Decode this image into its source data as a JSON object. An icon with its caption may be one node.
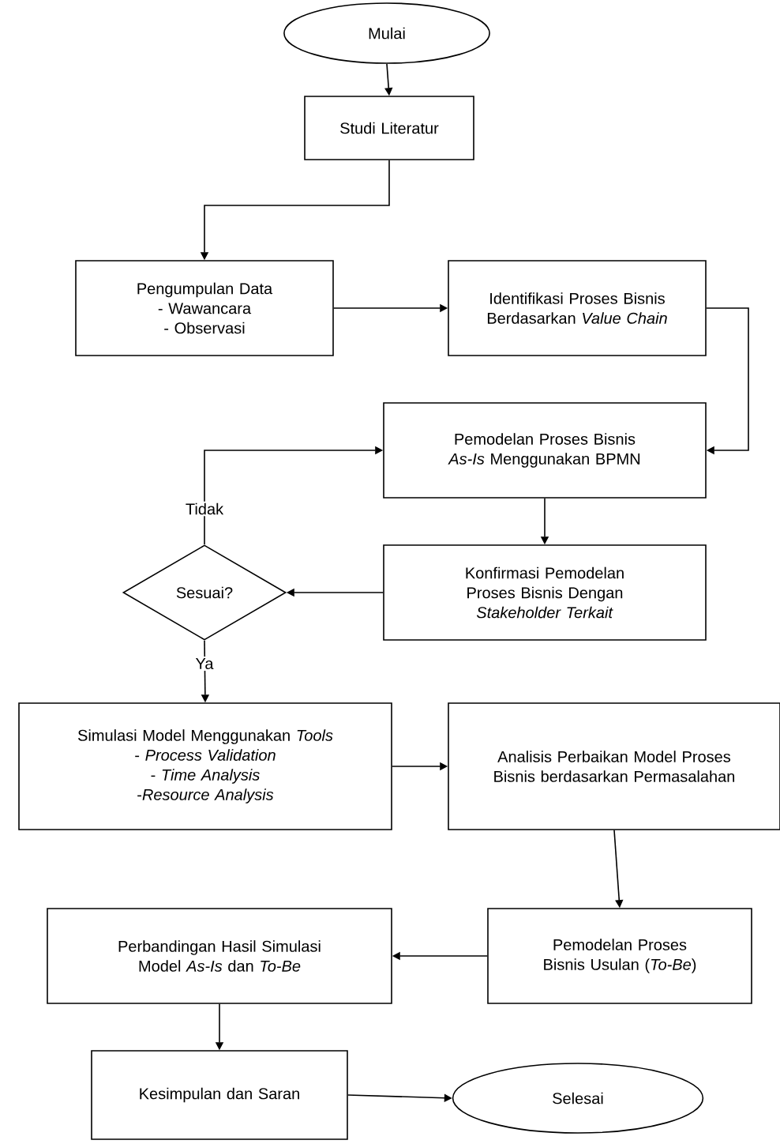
{
  "diagram": {
    "nodes": [
      {
        "text": [
          "Mulai"
        ]
      },
      {
        "text": [
          "Studi Literatur"
        ]
      },
      {
        "text": [
          "Pengumpulan Data",
          "- Wawancara",
          "- Observasi"
        ]
      },
      {
        "text": [
          "Identifikasi Proses Bisnis Berdasarkan *Value Chain*"
        ]
      },
      {
        "text": [
          "Pemodelan Proses Bisnis *As-Is* Menggunakan BPMN"
        ]
      },
      {
        "text": [
          "Konfirmasi Pemodelan Proses Bisnis Dengan *Stakeholder Terkait*"
        ]
      },
      {
        "text": [
          "Sesuai?"
        ]
      },
      {
        "text": [
          "Simulasi Model Menggunakan *Tools*",
          "- *Process Validation*",
          "- *Time Analysis*",
          "-*Resource Analysis*"
        ]
      },
      {
        "text": [
          "Analisis Perbaikan Model Proses Bisnis berdasarkan Permasalahan"
        ]
      },
      {
        "text": [
          "Pemodelan Proses Bisnis Usulan (*To-Be*)"
        ]
      },
      {
        "text": [
          "Perbandingan Hasil Simulasi Model *As-Is* dan *To-Be*"
        ]
      },
      {
        "text": [
          "Kesimpulan dan Saran"
        ]
      },
      {
        "text": [
          "Selesai"
        ]
      }
    ],
    "edges": [
      {
        "from": 0,
        "to": 1,
        "arrow": "to"
      },
      {
        "from": 1,
        "to": 2,
        "arrow": "to"
      },
      {
        "from": 2,
        "to": 3,
        "arrow": "to"
      },
      {
        "from": 3,
        "to": 4,
        "arrow": "to"
      },
      {
        "from": 4,
        "to": 5,
        "arrow": "to"
      },
      {
        "from": 5,
        "to": 6,
        "arrow": "to"
      },
      {
        "from": 6,
        "to": 4,
        "arrow": "to",
        "label": "Tidak"
      },
      {
        "from": 6,
        "to": 7,
        "arrow": "to",
        "label": "Ya"
      },
      {
        "from": 7,
        "to": 8,
        "arrow": "to"
      },
      {
        "from": 8,
        "to": 9,
        "arrow": "to"
      },
      {
        "from": 9,
        "to": 10,
        "arrow": "to"
      },
      {
        "from": 10,
        "to": 11,
        "arrow": "to"
      },
      {
        "from": 11,
        "to": 12,
        "arrow": "to"
      }
    ]
  }
}
